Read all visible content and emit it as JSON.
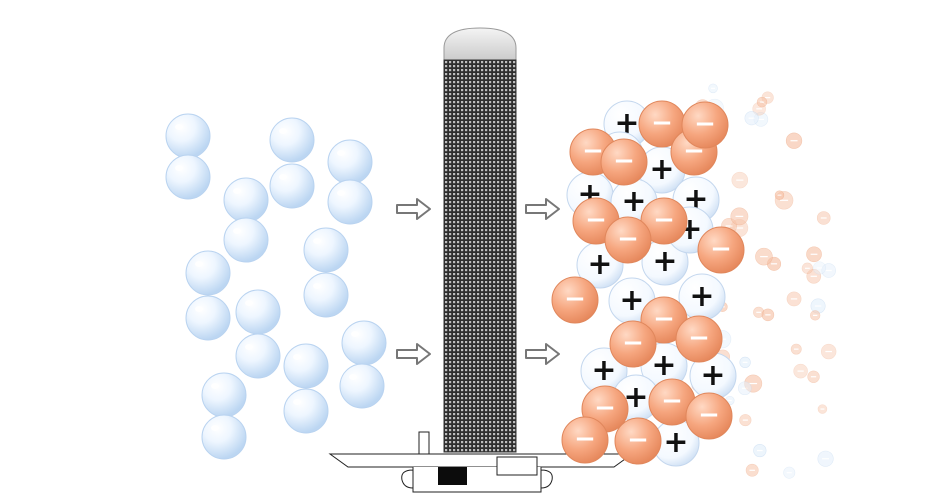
{
  "diagram": {
    "left_group": {
      "molecule_count": 20
    },
    "arrows": {
      "count": 4,
      "glyph": "hollow-right-arrow"
    },
    "tower": {
      "glyph": "ionizer-tower-with-mesh-and-base"
    },
    "right_cluster": {
      "positive_sign": "+",
      "negative_sign": "−",
      "positive_count": 16,
      "negative_count": 18
    },
    "ion_cloud": {
      "count": 60
    }
  },
  "colors": {
    "neutral_molecule": "#dceefe",
    "neutral_edge": "#b9d3f0",
    "positive_ion": "#ffffff",
    "negative_ion": "#f5a47d",
    "negative_edge": "#e0875c",
    "sign_on_white": "#111111",
    "sign_on_orange": "#ffffff",
    "mesh": "#3a3a3a",
    "dome": "#d8d8d8",
    "arrow_outline": "#777777"
  }
}
